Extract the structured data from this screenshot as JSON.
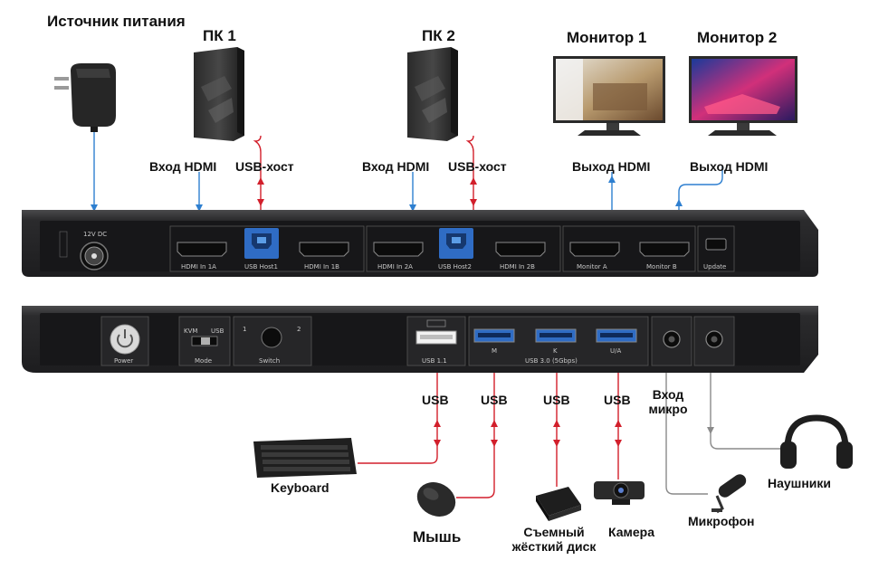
{
  "labels": {
    "power_source": "Источник питания",
    "pc1": "ПК 1",
    "pc2": "ПК 2",
    "monitor1": "Монитор 1",
    "monitor2": "Монитор 2",
    "pc1_hdmi_in": "Вход HDMI",
    "pc1_usb_host": "USB-хост",
    "pc2_hdmi_in": "Вход HDMI",
    "pc2_usb_host": "USB-хост",
    "mon1_hdmi_out": "Выход HDMI",
    "mon2_hdmi_out": "Выход HDMI",
    "usb1": "USB",
    "usb2": "USB",
    "usb3": "USB",
    "usb4": "USB",
    "mic_in": "Вход микро",
    "keyboard": "Keyboard",
    "mouse": "Мышь",
    "drive": "Съемный жёсткий диск",
    "camera": "Камера",
    "microphone": "Микрофон",
    "headphones": "Наушники"
  },
  "panel_labels": {
    "dc": "12V DC",
    "hdmi_1a": "HDMI In 1A",
    "usb_host1": "USB Host1",
    "hdmi_1b": "HDMI In 1B",
    "hdmi_2a": "HDMI In 2A",
    "usb_host2": "USB Host2",
    "hdmi_2b": "HDMI In 2B",
    "monitor_a": "Monitor A",
    "monitor_b": "Monitor B",
    "update": "Update",
    "power": "Power",
    "mode": "Mode",
    "mode_left": "KVM",
    "mode_right": "USB",
    "switch": "Switch",
    "sw1": "1",
    "sw2": "2",
    "usb11": "USB 1.1",
    "usb30": "USB 3.0 (5Gbps)",
    "p_m": "M",
    "p_k": "K",
    "p_aa": "U/A"
  },
  "colors": {
    "blue_link": "#2e7fd0",
    "red_link": "#d21f2b",
    "gray_link": "#8a8a8a",
    "panel": "#2b2b2d"
  }
}
